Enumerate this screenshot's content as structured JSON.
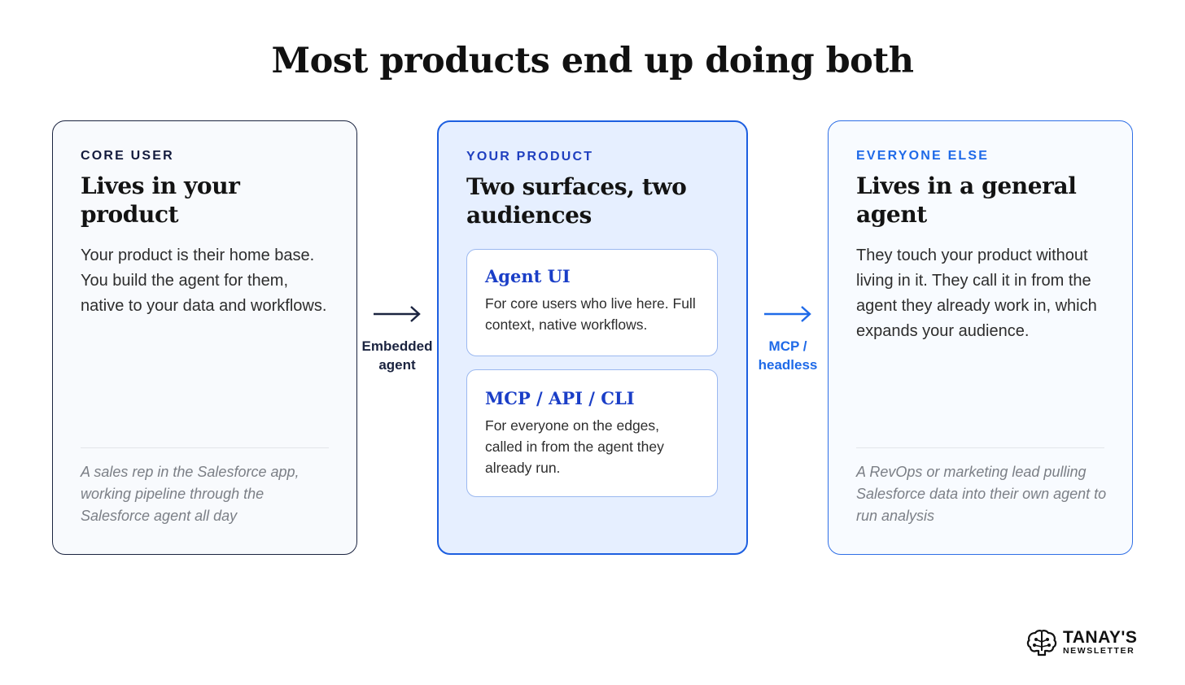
{
  "title": "Most products end up doing both",
  "cards": {
    "core": {
      "eyebrow": "CORE USER",
      "heading": "Lives in your product",
      "body": "Your product is their home base. You build the agent for them, native to your data and workflows.",
      "example": "A sales rep in the Salesforce app, working pipeline through the Salesforce agent all day"
    },
    "product": {
      "eyebrow": "YOUR PRODUCT",
      "heading": "Two surfaces, two audiences",
      "surfaces": [
        {
          "title": "Agent UI",
          "body": "For core users who live here. Full context, native workflows."
        },
        {
          "title": "MCP / API / CLI",
          "body": "For everyone on the edges, called in from the agent they already run."
        }
      ]
    },
    "everyone": {
      "eyebrow": "EVERYONE ELSE",
      "heading": "Lives in a general agent",
      "body": "They touch your product without living in it. They call it in from the agent they already work in, which expands your audience.",
      "example": "A RevOps or marketing lead pulling Salesforce data into their own agent to run analysis"
    }
  },
  "connectors": {
    "left": {
      "label_line1": "Embedded",
      "label_line2": "agent",
      "color": "#1b2440"
    },
    "right": {
      "label_line1": "MCP /",
      "label_line2": "headless",
      "color": "#1f6ae8"
    }
  },
  "logo": {
    "name": "TANAY'S",
    "sub": "NEWSLETTER",
    "icon": "lightbulb-brain-icon"
  },
  "colors": {
    "accent": "#1d5fe0",
    "dark": "#1b2440",
    "panel": "#e6efff"
  }
}
